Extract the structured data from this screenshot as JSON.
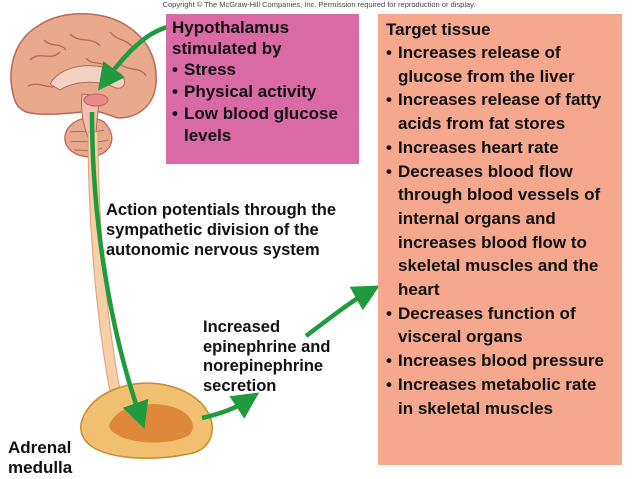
{
  "copyright": "Copyright © The McGraw-Hill Companies, Inc. Permission required for reproduction or display.",
  "hypothalamus": {
    "title_lines": [
      "Hypothalamus",
      "stimulated by"
    ],
    "items": [
      "Stress",
      "Physical activity",
      "Low blood glucose levels"
    ]
  },
  "pathway_label": "Action potentials through the sympathetic division of the autonomic nervous system",
  "secretion_label": "Increased epinephrine and norepinephrine secretion",
  "adrenal_label": "Adrenal medulla",
  "target": {
    "title": "Target tissue",
    "items": [
      "Increases release of glucose from the liver",
      "Increases release of fatty acids from fat stores",
      "Increases heart rate",
      "Decreases blood flow through blood vessels of internal organs and increases blood flow to skeletal muscles and the heart",
      "Decreases function of visceral organs",
      "Increases blood pressure",
      "Increases metabolic rate in skeletal muscles"
    ]
  },
  "colors": {
    "hypothalamus_box": "#d96aa3",
    "target_box": "#f5a88e",
    "arrow": "#1f9a3c",
    "brain": "#e8a98c",
    "adrenal_outer": "#f0c070",
    "adrenal_inner": "#e0883a"
  }
}
